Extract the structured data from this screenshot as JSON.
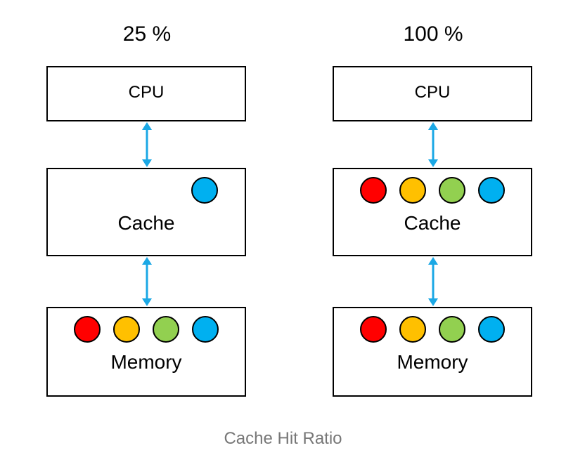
{
  "colors": {
    "arrow": "#1ba8e5",
    "red": "#ff0000",
    "orange": "#ffc000",
    "green": "#92d050",
    "blue": "#00b0f0"
  },
  "diagrams": [
    {
      "title": "25 %",
      "cpu_label": "CPU",
      "cache_label": "Cache",
      "memory_label": "Memory",
      "cache_dots": [
        "blue"
      ],
      "memory_dots": [
        "red",
        "orange",
        "green",
        "blue"
      ]
    },
    {
      "title": "100 %",
      "cpu_label": "CPU",
      "cache_label": "Cache",
      "memory_label": "Memory",
      "cache_dots": [
        "red",
        "orange",
        "green",
        "blue"
      ],
      "memory_dots": [
        "red",
        "orange",
        "green",
        "blue"
      ]
    }
  ],
  "caption": "Cache Hit Ratio"
}
